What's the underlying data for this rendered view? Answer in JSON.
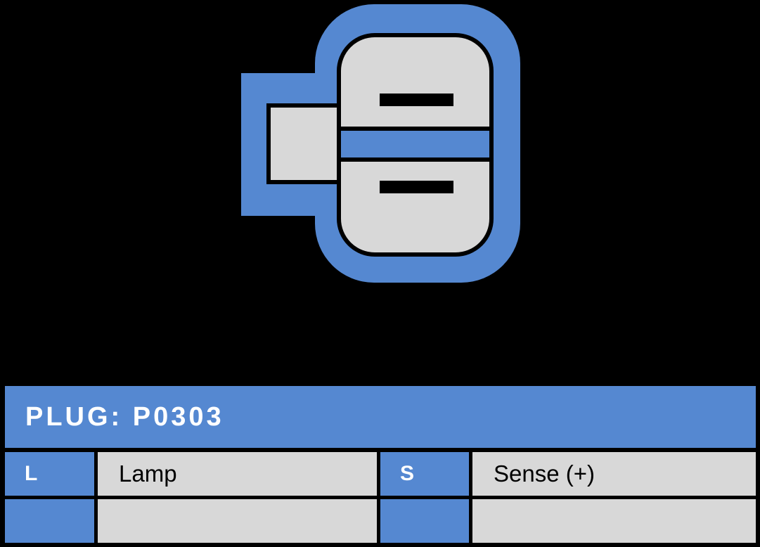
{
  "colors": {
    "background": "#000000",
    "accent_blue": "#5588D1",
    "panel_gray": "#D8D8D8",
    "outline": "#000000",
    "title_text": "#FFFFFF",
    "desc_text": "#000000"
  },
  "connector": {
    "slot_count": 2,
    "parts": [
      "outer-shell",
      "side-tab",
      "latch",
      "body",
      "center-band",
      "pin-slot-top",
      "pin-slot-bottom"
    ]
  },
  "table": {
    "title": "PLUG: P0303",
    "rows": [
      {
        "cells": [
          "L",
          "Lamp",
          "S",
          "Sense (+)"
        ]
      },
      {
        "cells": [
          "",
          "",
          "",
          ""
        ]
      }
    ]
  }
}
